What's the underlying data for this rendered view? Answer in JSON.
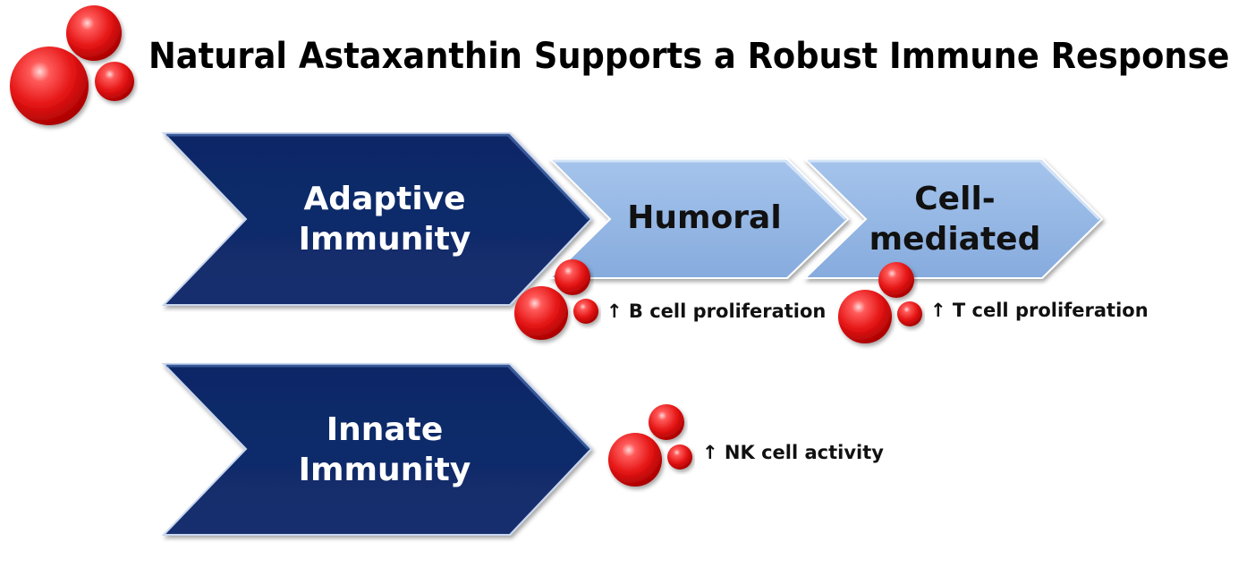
{
  "title": "Natural Astaxanthin Supports a Robust Immune Response",
  "chevrons": {
    "adaptive": {
      "line1": "Adaptive",
      "line2": "Immunity"
    },
    "humoral": {
      "label": "Humoral"
    },
    "cell_mediated": {
      "line1": "Cell-",
      "line2": "mediated"
    },
    "innate": {
      "line1": "Innate",
      "line2": "Immunity"
    }
  },
  "effects": {
    "b_cell": "↑ B cell proliferation",
    "t_cell": "↑ T cell proliferation",
    "nk_cell": "↑ NK cell activity"
  },
  "colors": {
    "dark_chevron": "#0f2a66",
    "light_chevron": "#8fb4e3",
    "molecule_red": "#e31b1b"
  }
}
